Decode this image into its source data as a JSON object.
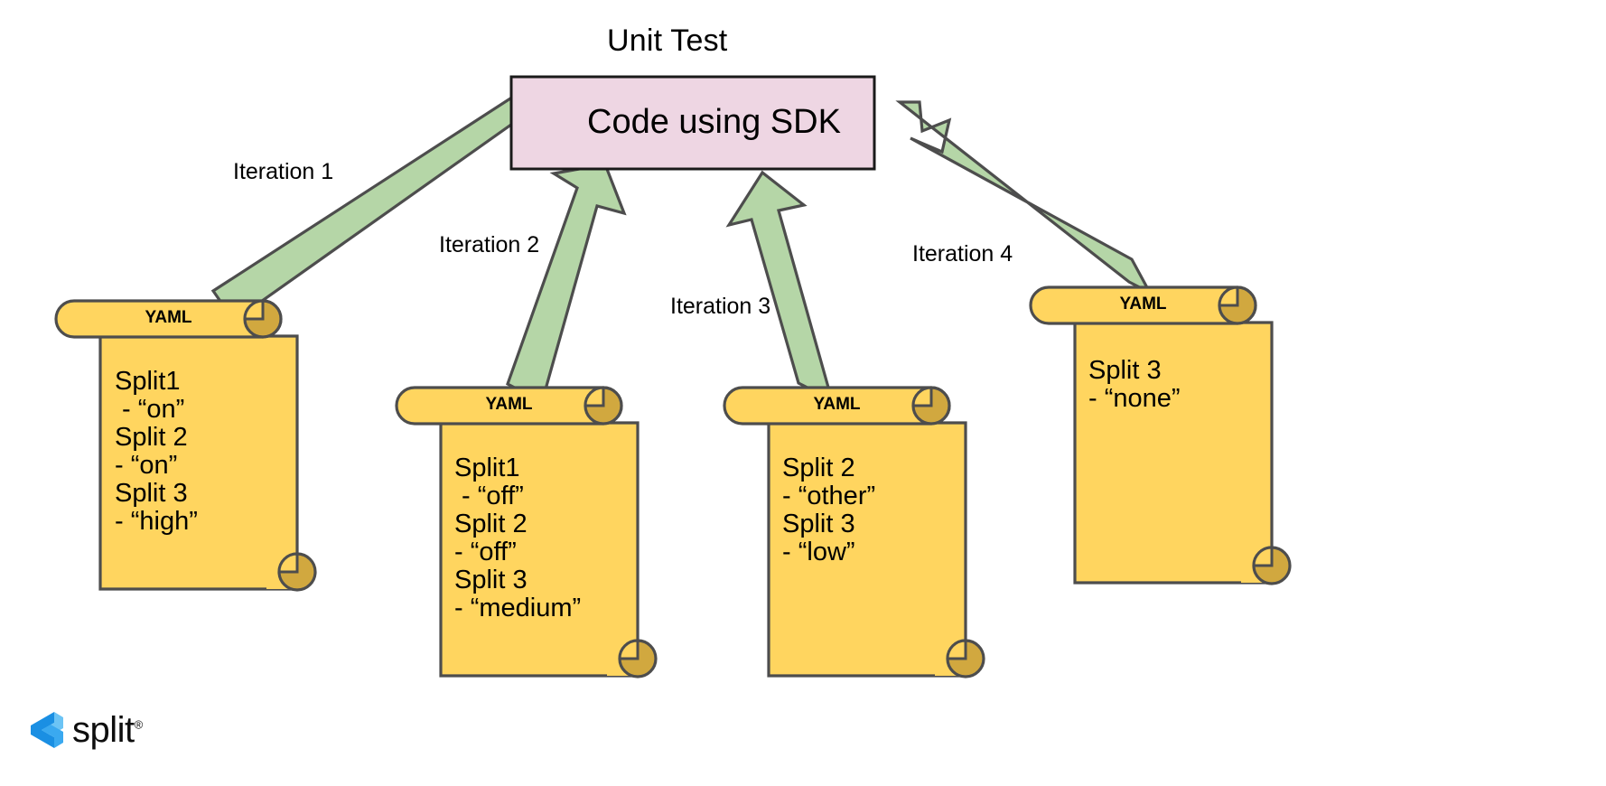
{
  "diagram": {
    "title": "Unit Test",
    "center_box": {
      "label": "Code using SDK",
      "fill": "#eed6e3",
      "stroke": "#1a1a1a"
    },
    "arrow_style": {
      "fill": "#b5d6a7",
      "stroke": "#4d4d4d"
    },
    "arrows": [
      {
        "label": "Iteration 1",
        "icon": "block-arrow-icon"
      },
      {
        "label": "Iteration 2",
        "icon": "block-arrow-icon"
      },
      {
        "label": "Iteration 3",
        "icon": "block-arrow-icon"
      },
      {
        "label": "Iteration 4",
        "icon": "block-arrow-icon"
      }
    ],
    "documents": [
      {
        "header": "YAML",
        "lines": [
          "Split1",
          " - “on”",
          "Split 2",
          "- “on”",
          "Split 3",
          "- “high”"
        ],
        "fill": "#ffd55f",
        "stroke": "#4d4d4d",
        "curl_fill": "#d1a83f"
      },
      {
        "header": "YAML",
        "lines": [
          "Split1",
          " - “off”",
          "Split 2",
          "- “off”",
          "Split 3",
          "- “medium”"
        ],
        "fill": "#ffd55f",
        "stroke": "#4d4d4d",
        "curl_fill": "#d1a83f"
      },
      {
        "header": "YAML",
        "lines": [
          "Split 2",
          "- “other”",
          "Split 3",
          "- “low”"
        ],
        "fill": "#ffd55f",
        "stroke": "#4d4d4d",
        "curl_fill": "#d1a83f"
      },
      {
        "header": "YAML",
        "lines": [
          "Split 3",
          "- “none”"
        ],
        "fill": "#ffd55f",
        "stroke": "#4d4d4d",
        "curl_fill": "#d1a83f"
      }
    ]
  },
  "logo": {
    "word": "split",
    "trademark": "®",
    "color_dark": "#1a8fe3",
    "color_mid": "#3aa9f0",
    "color_light": "#6cc4f5",
    "color_pale": "#9fd9f9"
  }
}
